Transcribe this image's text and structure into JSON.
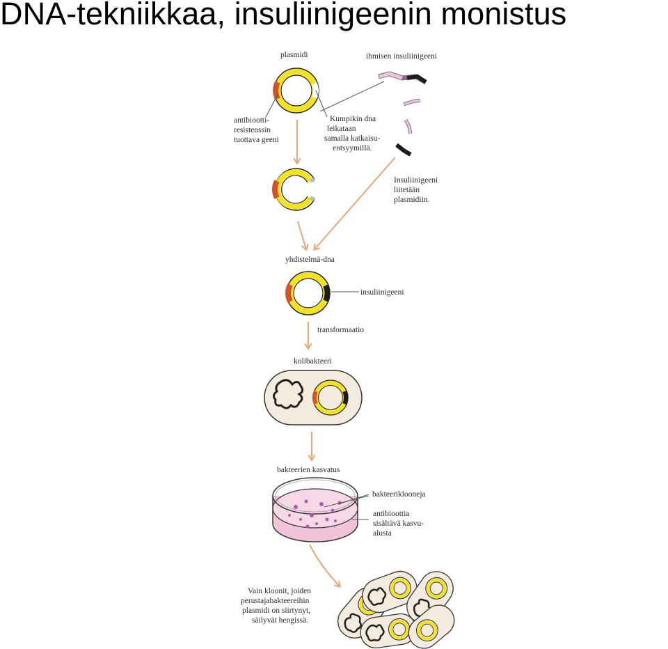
{
  "title": "DNA-tekniikkaa, insuliinigeenin monistus",
  "labels": {
    "plasmid": "plasmidi",
    "human_gene": "ihmisen insuliinigeeni",
    "antibiotic": [
      "antibiootti-",
      "resistenssin",
      "tuottava geeni"
    ],
    "cut": [
      "Kumpikin dna",
      "leikataan",
      "samalla katkaisu-",
      "entsyymillä."
    ],
    "insert": [
      "Insuliinigeeni",
      "liitetään",
      "plasmidiin."
    ],
    "recombinant": "yhdistelmä-dna",
    "insulin_gene": "insuliinigeeni",
    "transformation": "transformaatio",
    "ecoli": "kolibakteeri",
    "growth": "bakteerien kasvatus",
    "clones": "bakteeriklooneja",
    "medium": [
      "antibioottia",
      "sisältävä kasvu-",
      "alusta"
    ],
    "survive": [
      "Vain kloonit, joiden",
      "perustajabakteereihin",
      "plasmidi on siirtynyt,",
      "säilyvät hengissä."
    ]
  },
  "colors": {
    "plasmid_yellow": "#f4e21c",
    "resistance_red": "#d2552a",
    "insulin_black": "#1c1c1c",
    "arrow": "#e8a57a",
    "cell_fill": "#f3ebde",
    "medium_pink": "#f2c4d8",
    "colony": "#b05aa8"
  }
}
